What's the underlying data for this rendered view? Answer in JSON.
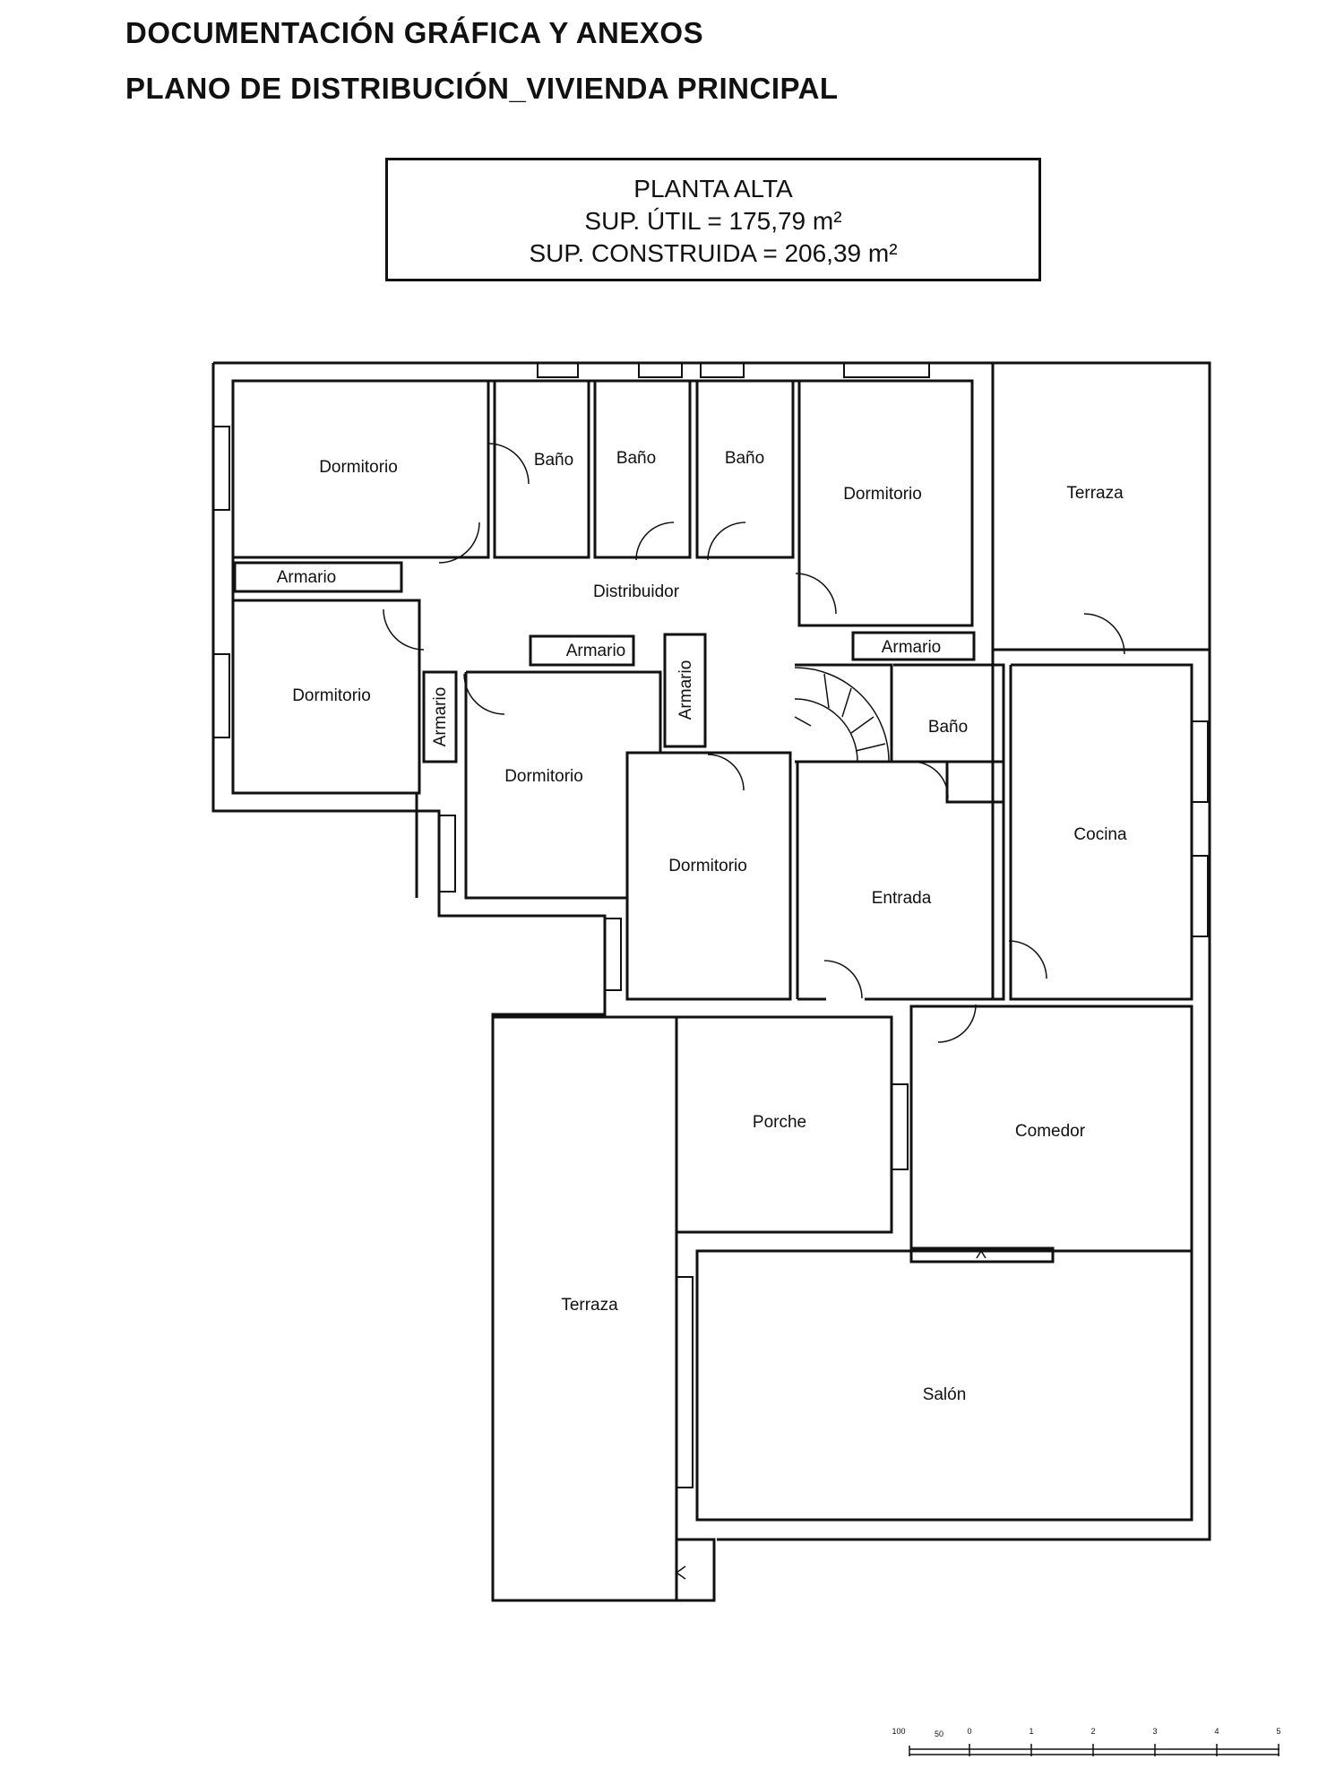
{
  "header": {
    "title": "DOCUMENTACIÓN GRÁFICA Y ANEXOS",
    "subtitle": "PLANO DE DISTRIBUCIÓN_VIVIENDA PRINCIPAL"
  },
  "infobox": {
    "floor": "PLANTA ALTA",
    "useful_area": "SUP. ÚTIL = 175,79 m²",
    "built_area": "SUP. CONSTRUIDA = 206,39 m²"
  },
  "rooms": {
    "dormitorio_1": "Dormitorio",
    "bano_1": "Baño",
    "bano_2": "Baño",
    "bano_3": "Baño",
    "dormitorio_2": "Dormitorio",
    "terraza_1": "Terraza",
    "armario_1": "Armario",
    "distribuidor": "Distribuidor",
    "armario_2": "Armario",
    "armario_3": "Armario",
    "dormitorio_3": "Dormitorio",
    "armario_4": "Armario",
    "armario_5": "Armario",
    "bano_4": "Baño",
    "dormitorio_4": "Dormitorio",
    "cocina": "Cocina",
    "dormitorio_5": "Dormitorio",
    "entrada": "Entrada",
    "porche": "Porche",
    "comedor": "Comedor",
    "terraza_2": "Terraza",
    "salon": "Salón"
  },
  "scale_bar": {
    "labels": [
      "100",
      "50",
      "0",
      "1",
      "2",
      "3",
      "4",
      "5"
    ]
  }
}
